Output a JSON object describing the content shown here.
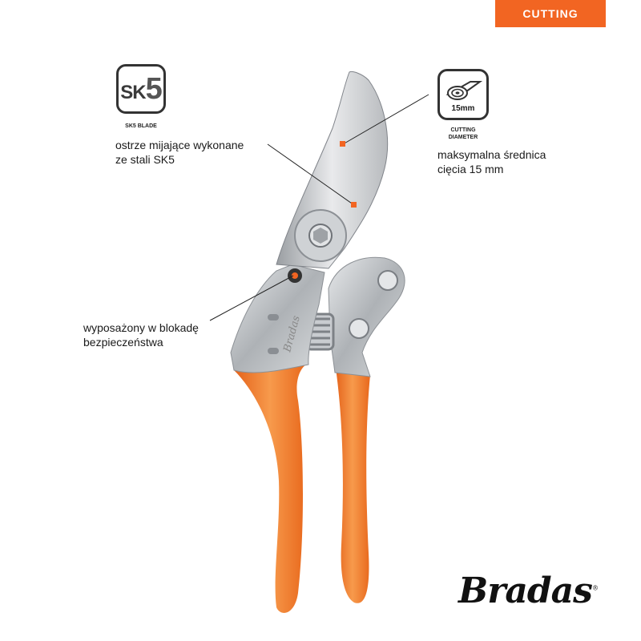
{
  "category_tag": "CUTTING",
  "sk5_badge": {
    "prefix": "SK",
    "number": "5",
    "caption": "SK5 BLADE"
  },
  "cutting_badge": {
    "size": "15mm",
    "caption_line1": "CUTTING",
    "caption_line2": "DIAMETER"
  },
  "blade_description": {
    "line1": "ostrze mijające wykonane",
    "line2": "ze stali SK5"
  },
  "cutting_description": {
    "line1": "maksymalna średnica",
    "line2": "cięcia 15 mm"
  },
  "lock_description": {
    "line1": "wyposażony w blokadę",
    "line2": "bezpieczeństwa"
  },
  "brand": {
    "name": "Bradas",
    "registered": "®",
    "engraving": "Bradas"
  },
  "colors": {
    "accent": "#f26522",
    "handle": "#f07a22",
    "metal": "#b9bcc0"
  }
}
